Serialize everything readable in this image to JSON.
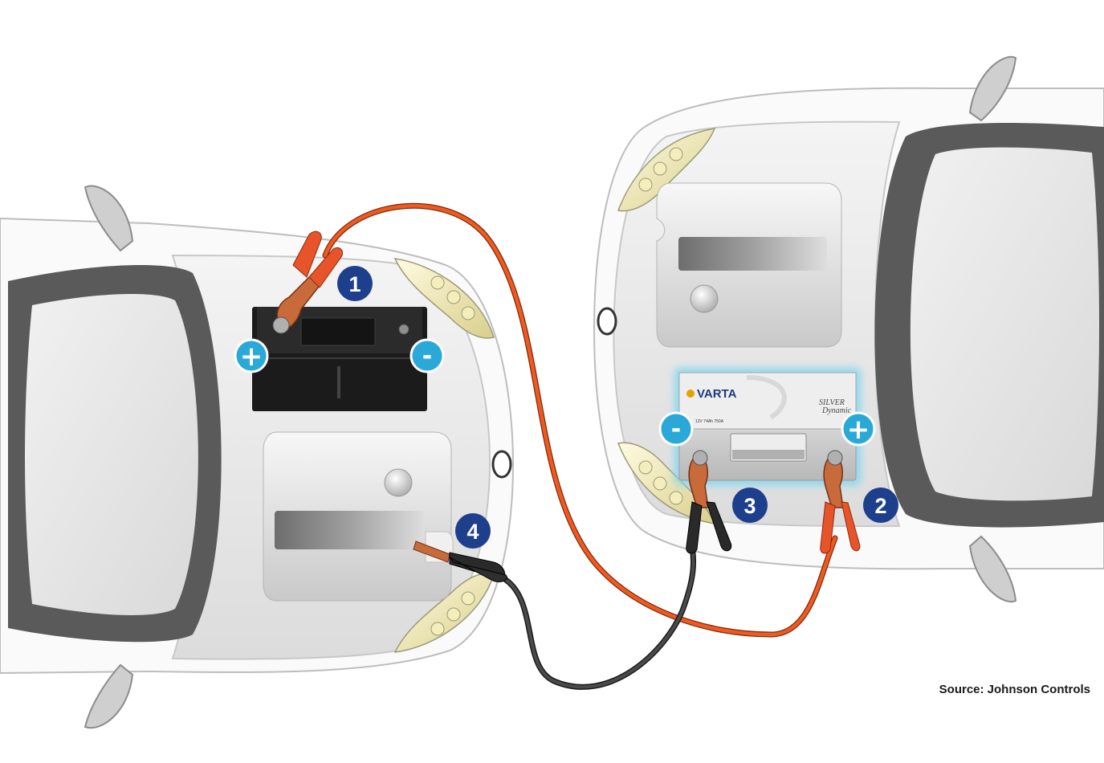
{
  "source": "Source: Johnson Controls",
  "steps": [
    "1",
    "2",
    "3",
    "4"
  ],
  "terminals": {
    "positive": "+",
    "negative": "-"
  },
  "battery_label": {
    "brand": "VARTA",
    "model_line1": "SILVER",
    "model_line2": "Dynamic",
    "spec": "12V 74Ah 750A"
  },
  "colors": {
    "step_badge": "#1e3f8c",
    "terminal_badge": "#2aa9d8",
    "red_cable": "#f05a1e",
    "black_cable": "#3a3a3a",
    "glow": "#8fdcf2"
  }
}
